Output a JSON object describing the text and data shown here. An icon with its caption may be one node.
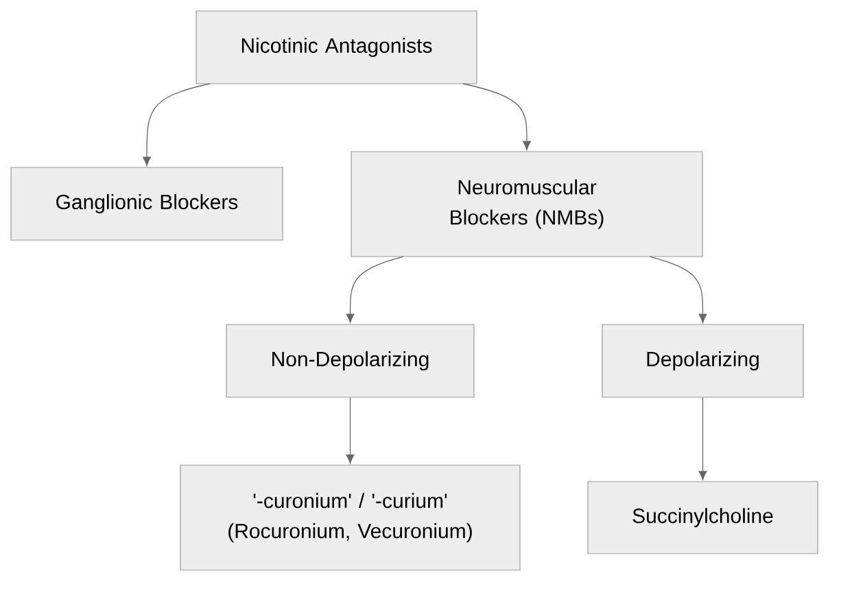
{
  "diagram": {
    "nodes": [
      {
        "text": [
          "Nicotinic Antagonists"
        ]
      },
      {
        "text": [
          "Ganglionic Blockers"
        ]
      },
      {
        "text": [
          "Neuromuscular Blockers (NMBs)"
        ]
      },
      {
        "text": [
          "Non-Depolarizing"
        ]
      },
      {
        "text": [
          "Depolarizing"
        ]
      },
      {
        "text": [
          "'-curonium' / '-curium' (Rocuronium, Vecuronium)"
        ]
      },
      {
        "text": [
          "Succinylcholine"
        ]
      }
    ],
    "edges": [
      {
        "from": 0,
        "to": 1,
        "arrow": "to"
      },
      {
        "from": 0,
        "to": 2,
        "arrow": "to"
      },
      {
        "from": 2,
        "to": 3,
        "arrow": "to"
      },
      {
        "from": 2,
        "to": 4,
        "arrow": "to"
      },
      {
        "from": 3,
        "to": 5,
        "arrow": "to"
      },
      {
        "from": 4,
        "to": 6,
        "arrow": "to"
      }
    ]
  }
}
